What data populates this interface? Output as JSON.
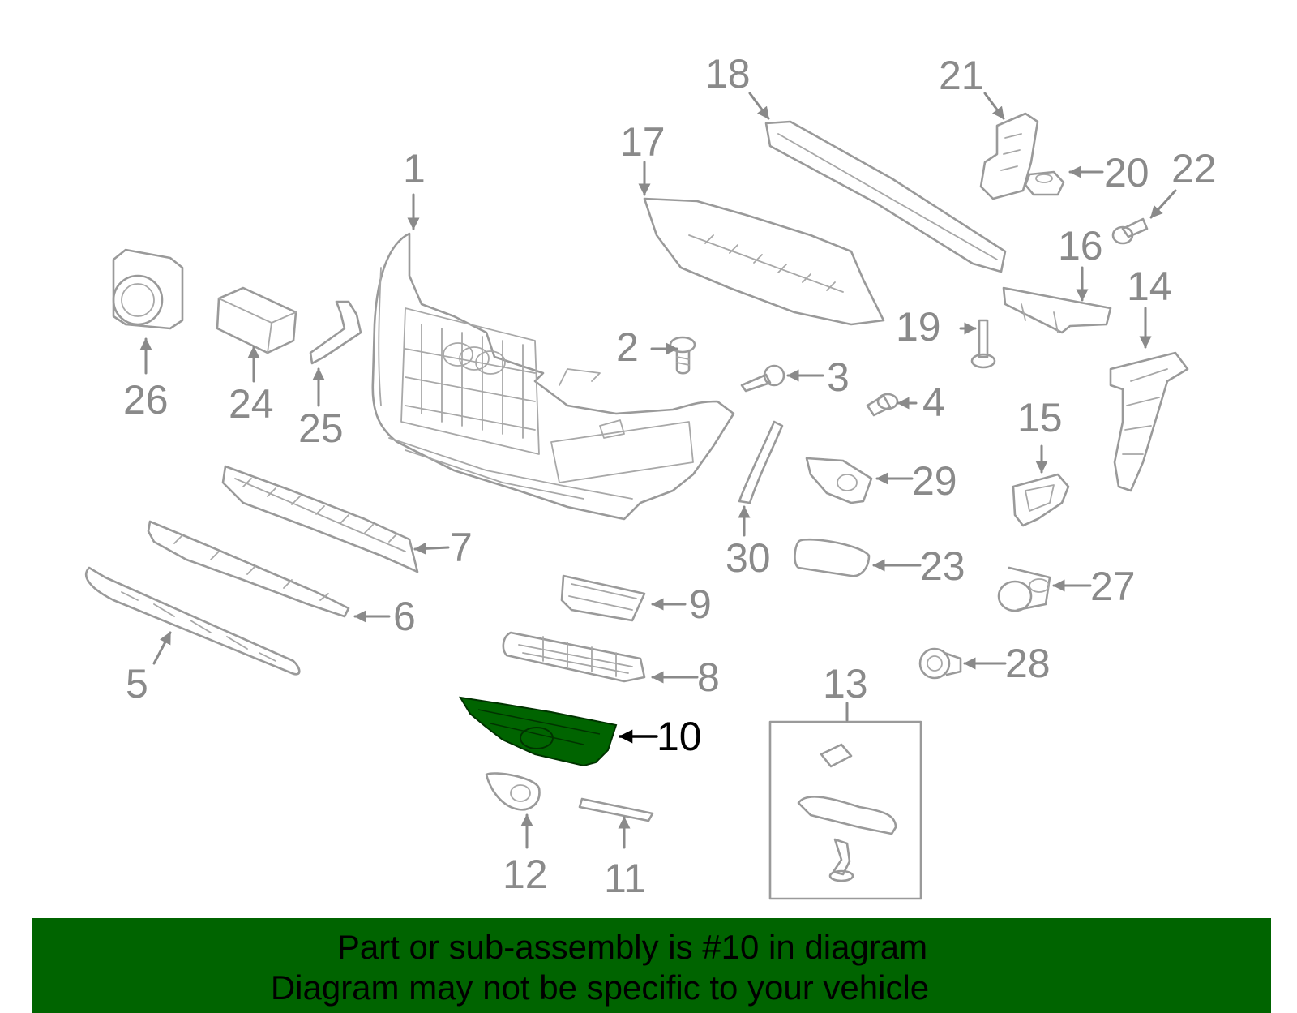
{
  "callouts": [
    "1",
    "2",
    "3",
    "4",
    "5",
    "6",
    "7",
    "8",
    "9",
    "10",
    "11",
    "12",
    "13",
    "14",
    "15",
    "16",
    "17",
    "18",
    "19",
    "20",
    "21",
    "22",
    "23",
    "24",
    "25",
    "26",
    "27",
    "28",
    "29",
    "30"
  ],
  "highlighted_part": "10",
  "colors": {
    "highlight_fill": "#006400",
    "banner_background": "#006400",
    "line_art": "#9a9a9a",
    "callout_text": "#8a8a8a",
    "highlight_text": "#000000"
  },
  "banner": {
    "line1": "Part or sub-assembly is #10 in diagram",
    "line2": "Diagram may not be specific to your vehicle"
  }
}
